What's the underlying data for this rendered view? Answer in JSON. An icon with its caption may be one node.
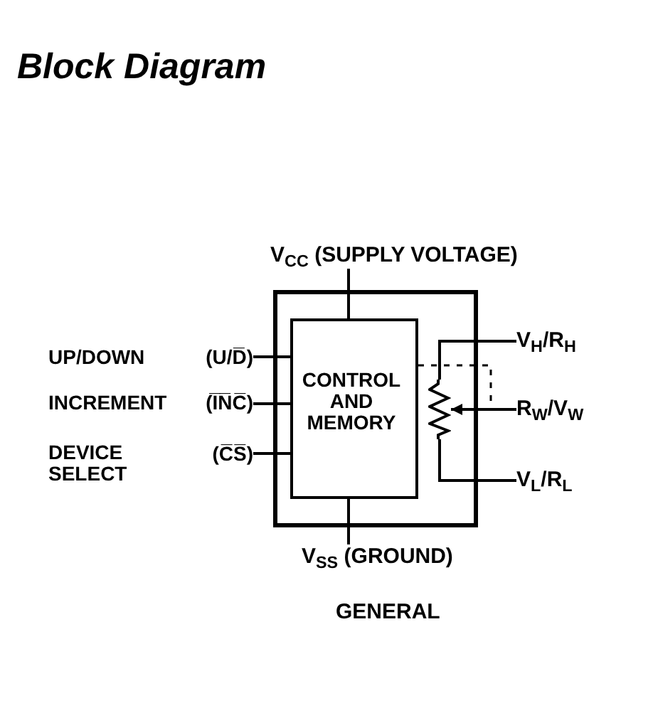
{
  "diagram": {
    "title": "Block Diagram",
    "nodes": [
      {
        "text": [],
        "shape": "box"
      },
      {
        "text": [
          "CONTROL AND MEMORY"
        ],
        "in": 0
      },
      {
        "text": [
          "V$_{CC}$ (SUPPLY VOLTAGE)"
        ]
      },
      {
        "text": [
          "V$_{SS}$ (GROUND)"
        ]
      },
      {
        "text": [
          "UP/DOWN",
          "(U/D̅)"
        ]
      },
      {
        "text": [
          "INCREMENT",
          "(I̅N̅C̅)"
        ]
      },
      {
        "text": [
          "DEVICE SELECT",
          "(C̅S̅)"
        ]
      },
      {
        "text": [],
        "shape": "resistor",
        "in": 0
      },
      {
        "text": [
          "V$_{H}$/R$_{H}$"
        ]
      },
      {
        "text": [
          "R$_{W}$/V$_{W}$"
        ]
      },
      {
        "text": [
          "V$_{L}$/R$_{L}$"
        ]
      }
    ],
    "edges": [
      {
        "from": 2,
        "to": 1,
        "arrow": "none"
      },
      {
        "from": 3,
        "to": 1,
        "arrow": "none"
      },
      {
        "from": 4,
        "to": 1,
        "arrow": "none"
      },
      {
        "from": 5,
        "to": 1,
        "arrow": "none"
      },
      {
        "from": 6,
        "to": 1,
        "arrow": "none"
      },
      {
        "from": 8,
        "to": 7,
        "arrow": "none"
      },
      {
        "from": 9,
        "to": 7,
        "arrow": "to"
      },
      {
        "from": 10,
        "to": 7,
        "arrow": "none"
      },
      {
        "from": 1,
        "to": 9,
        "arrow": "none",
        "style": "dashed"
      }
    ],
    "labels": [
      "GENERAL"
    ]
  }
}
